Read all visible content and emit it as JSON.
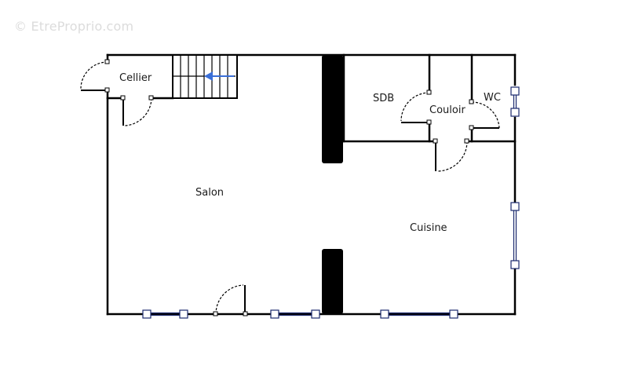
{
  "watermark": "© EtreProprio.com",
  "rooms": {
    "cellier": "Cellier",
    "salon": "Salon",
    "sdb": "SDB",
    "couloir": "Couloir",
    "wc": "WC",
    "cuisine": "Cuisine"
  },
  "colors": {
    "wall": "#000000",
    "window": "#1c2a6e",
    "stair_arrow": "#3a6fd8"
  }
}
